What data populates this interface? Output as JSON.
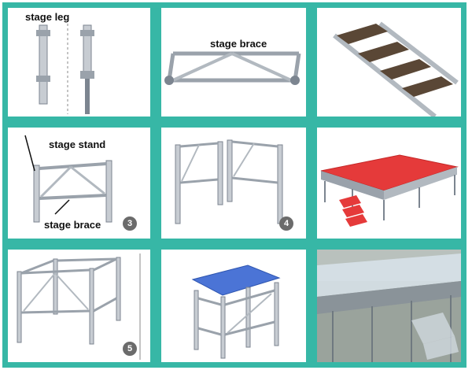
{
  "panels": {
    "p1": {
      "label": "stage leg"
    },
    "p2": {
      "label": "stage brace"
    },
    "p4": {
      "label_top": "stage stand",
      "label_bottom": "stage brace",
      "number": "3"
    },
    "p5": {
      "number": "4"
    },
    "p7": {
      "number": "5"
    }
  },
  "colors": {
    "frame": "#37b7a6",
    "metal": "#c7ccd2",
    "metal_dark": "#7c8590",
    "stage_red": "#e53a3a",
    "stage_blue": "#4b74d6"
  }
}
